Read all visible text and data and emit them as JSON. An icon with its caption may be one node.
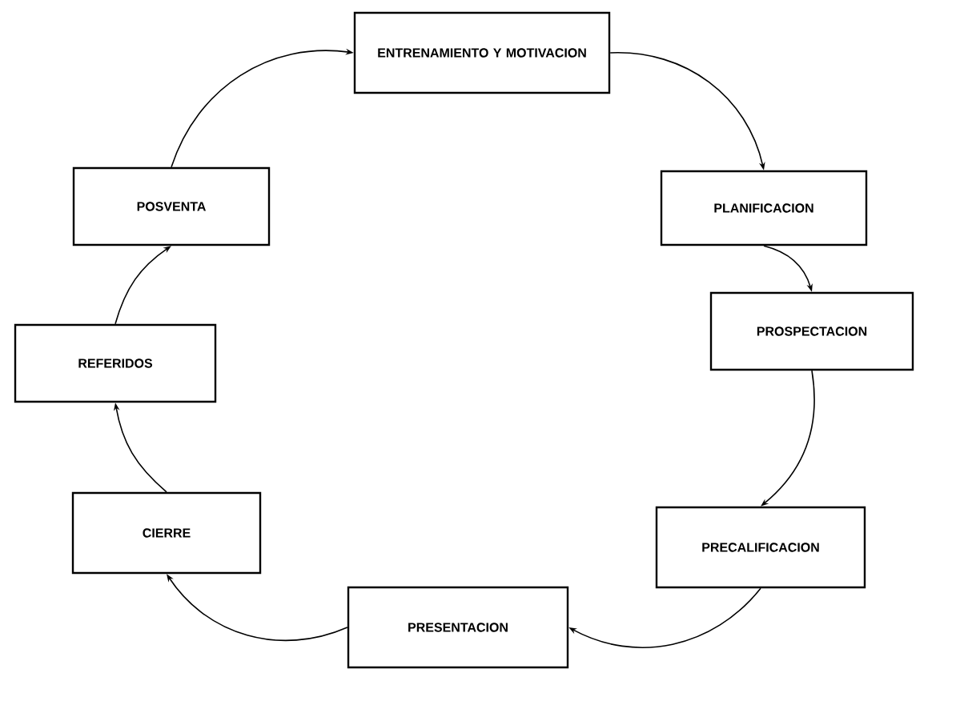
{
  "diagram": {
    "nodes": [
      {
        "text": [
          "ENTRENAMIENTO Y MOTIVACION"
        ]
      },
      {
        "text": [
          "PLANIFICACION"
        ]
      },
      {
        "text": [
          "PROSPECTACION"
        ]
      },
      {
        "text": [
          "PRECALIFICACION"
        ]
      },
      {
        "text": [
          "PRESENTACION"
        ]
      },
      {
        "text": [
          "CIERRE"
        ]
      },
      {
        "text": [
          "REFERIDOS"
        ]
      },
      {
        "text": [
          "POSVENTA"
        ]
      }
    ],
    "edges": [
      {
        "from": 0,
        "to": 1,
        "arrow": "to"
      },
      {
        "from": 1,
        "to": 2,
        "arrow": "to"
      },
      {
        "from": 2,
        "to": 3,
        "arrow": "to"
      },
      {
        "from": 3,
        "to": 4,
        "arrow": "to"
      },
      {
        "from": 4,
        "to": 5,
        "arrow": "to"
      },
      {
        "from": 5,
        "to": 6,
        "arrow": "to"
      },
      {
        "from": 6,
        "to": 7,
        "arrow": "to"
      },
      {
        "from": 7,
        "to": 0,
        "arrow": "to"
      }
    ]
  }
}
